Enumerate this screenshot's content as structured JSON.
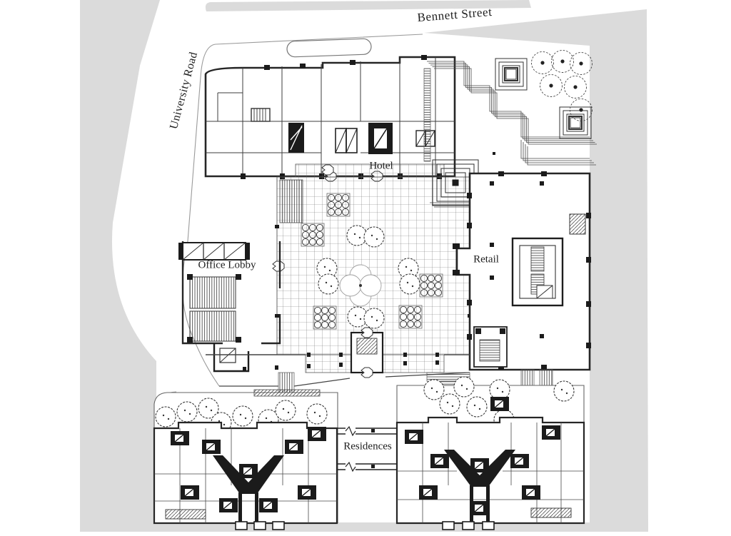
{
  "document": {
    "kind": "architectural-site-plan",
    "floor": "ground-level mixed-use development plan"
  },
  "labels": {
    "street_top": "Bennett Street",
    "street_left": "University Road",
    "hotel": "Hotel",
    "office_lobby": "Office Lobby",
    "retail": "Retail",
    "residences": "Residences"
  },
  "colors": {
    "paper": "#ffffff",
    "block": "#dbdbdb",
    "ink": "#262626"
  }
}
